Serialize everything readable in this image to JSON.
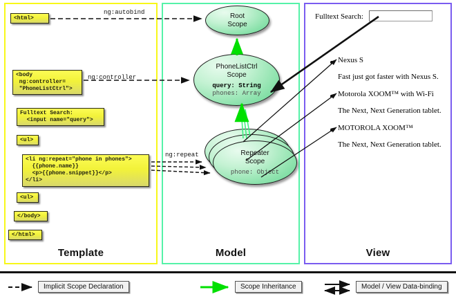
{
  "diagram": {
    "title": "AngularJS Template / Model / View scope diagram",
    "columns": [
      {
        "id": "template",
        "label": "Template",
        "border_color": "#f7f718"
      },
      {
        "id": "model",
        "label": "Model",
        "border_color": "#55f2a8"
      },
      {
        "id": "view",
        "label": "View",
        "border_color": "#7a5cf0"
      }
    ]
  },
  "template": {
    "boxes": [
      {
        "name": "html-open-tag",
        "text": "<html>"
      },
      {
        "name": "body-open-tag",
        "text": "<body\n ng:controller=\n \"PhoneListCtrl\">"
      },
      {
        "name": "fulltext-search-markup",
        "text": "Fulltext Search:\n  <input name=\"query\">"
      },
      {
        "name": "ul-open-tag",
        "text": "<ul>"
      },
      {
        "name": "li-repeat-markup",
        "text": "<li ng:repeat=\"phone in phones\">\n  {{phone.name}}\n  <p>{{phone.snippet}}</p>\n</li>"
      },
      {
        "name": "ul-close-tag",
        "text": "<ul>"
      },
      {
        "name": "body-close-tag",
        "text": "</body>"
      },
      {
        "name": "html-close-tag",
        "text": "</html>"
      }
    ]
  },
  "model": {
    "scopes": [
      {
        "name": "root-scope",
        "title_lines": [
          "Root",
          "Scope"
        ],
        "properties": []
      },
      {
        "name": "phonelistctrl-scope",
        "title_lines": [
          "PhoneListCtrl",
          "Scope"
        ],
        "properties": [
          {
            "text": "query: String",
            "emphasis": "bold"
          },
          {
            "text": "phones: Array",
            "emphasis": "normal"
          }
        ]
      },
      {
        "name": "repeater-scope",
        "title_lines": [
          "Repeater",
          "Scope"
        ],
        "properties": [
          {
            "text": "phone: Object",
            "emphasis": "normal"
          }
        ]
      }
    ]
  },
  "view": {
    "search_label": "Fulltext Search:",
    "search_value": "",
    "search_placeholder": "",
    "items": [
      {
        "name": "Nexus S",
        "snippet": "Fast just got faster with Nexus S."
      },
      {
        "name": "Motorola XOOM™  with Wi-Fi",
        "snippet": "The Next, Next Generation tablet."
      },
      {
        "name": "MOTOROLA XOOM™",
        "snippet": "The Next, Next Generation tablet."
      }
    ]
  },
  "edges": {
    "labels": [
      {
        "name": "ng-autobind-label",
        "text": "ng:autobind"
      },
      {
        "name": "ng-controller-label",
        "text": "ng:controller"
      },
      {
        "name": "ng-repeat-label",
        "text": "ng:repeat"
      }
    ]
  },
  "legend": {
    "items": [
      {
        "name": "implicit-scope-declaration",
        "label": "Implicit Scope Declaration",
        "style": "dashed-black-arrow",
        "color": "#111111"
      },
      {
        "name": "scope-inheritance",
        "label": "Scope Inheritance",
        "style": "solid-green-arrow",
        "color": "#00e000"
      },
      {
        "name": "model-view-data-binding",
        "label": "Model / View Data-binding",
        "style": "double-black-arrow",
        "color": "#111111"
      }
    ]
  }
}
